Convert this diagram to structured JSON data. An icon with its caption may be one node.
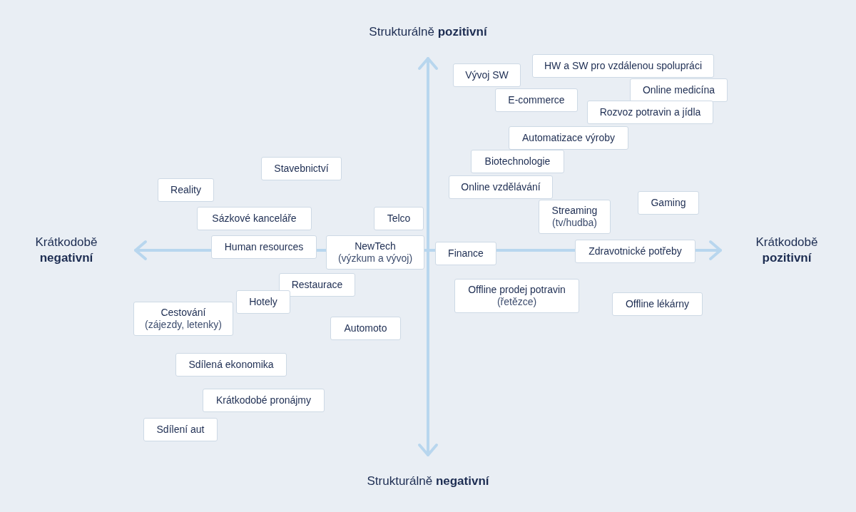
{
  "diagram": {
    "nodes": [
      {
        "text": [
          "Vývoj SW"
        ]
      },
      {
        "text": [
          "HW a SW pro vzdálenou spolupráci"
        ]
      },
      {
        "text": [
          "Online medicína"
        ]
      },
      {
        "text": [
          "E-commerce"
        ]
      },
      {
        "text": [
          "Rozvoz potravin a jídla"
        ]
      },
      {
        "text": [
          "Automatizace výroby"
        ]
      },
      {
        "text": [
          "Biotechnologie"
        ]
      },
      {
        "text": [
          "Stavebnictví"
        ]
      },
      {
        "text": [
          "Reality"
        ]
      },
      {
        "text": [
          "Online vzdělávání"
        ]
      },
      {
        "text": [
          "Gaming"
        ]
      },
      {
        "text": [
          "Streaming",
          "(tv/hudba)"
        ]
      },
      {
        "text": [
          "Sázkové kanceláře"
        ]
      },
      {
        "text": [
          "Telco"
        ]
      },
      {
        "text": [
          "Human resources"
        ]
      },
      {
        "text": [
          "NewTech",
          "(výzkum a vývoj)"
        ]
      },
      {
        "text": [
          "Finance"
        ]
      },
      {
        "text": [
          "Zdravotnické potřeby"
        ]
      },
      {
        "text": [
          "Restaurace"
        ]
      },
      {
        "text": [
          "Offline prodej potravin",
          "(řetězce)"
        ]
      },
      {
        "text": [
          "Hotely"
        ]
      },
      {
        "text": [
          "Offline lékárny"
        ]
      },
      {
        "text": [
          "Cestování",
          "(zájezdy, letenky)"
        ]
      },
      {
        "text": [
          "Automoto"
        ]
      },
      {
        "text": [
          "Sdílená ekonomika"
        ]
      },
      {
        "text": [
          "Krátkodobé pronájmy"
        ]
      },
      {
        "text": [
          "Sdílení aut"
        ]
      }
    ],
    "edges": [],
    "labels": [
      "Strukturálně **pozitivní**",
      "Krátkodobě **negativní**",
      "Krátkodobě **pozitivní**",
      "Strukturálně **negativní**"
    ]
  }
}
